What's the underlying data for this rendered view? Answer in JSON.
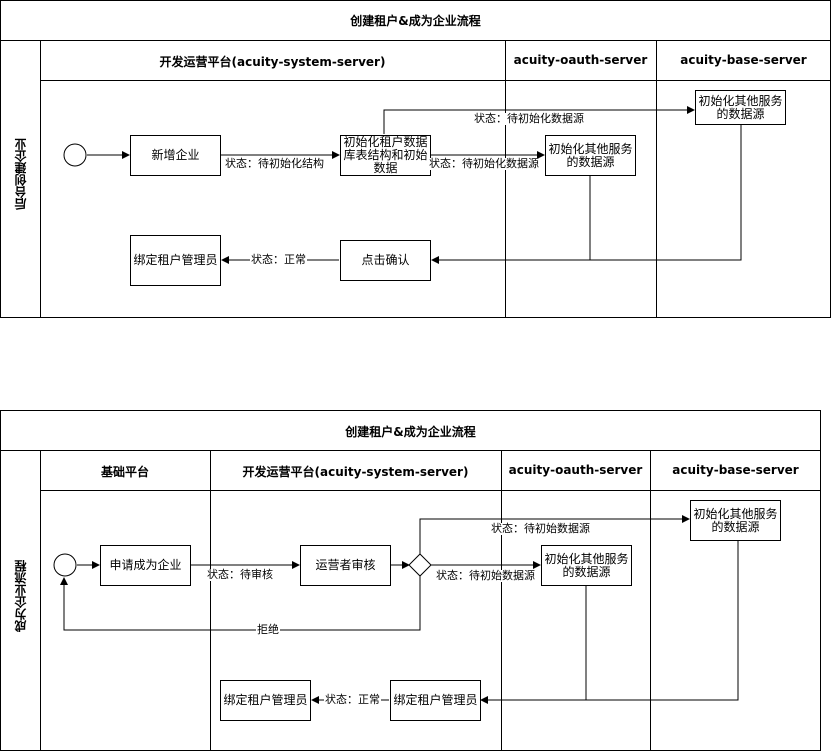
{
  "diagram1": {
    "title": "创建租户&成为企业流程",
    "pool_label": "后台创建企业",
    "lanes": [
      "开发运营平台(acuity-system-server)",
      "acuity-oauth-server",
      "acuity-base-server"
    ],
    "nodes": {
      "add_company": "新增企业",
      "init_tenant_db": "初始化租户数据库表结构和初始数据",
      "init_oauth_ds": "初始化其他服务的数据源",
      "init_base_ds": "初始化其他服务的数据源",
      "confirm": "点击确认",
      "bind_admin": "绑定租户管理员"
    },
    "edges": {
      "status_init_structure": "状态：待初始化结构",
      "status_init_ds_top": "状态：待初始化数据源",
      "status_init_ds_mid": "状态：待初始化数据源",
      "status_normal": "状态：正常"
    }
  },
  "diagram2": {
    "title": "创建租户&成为企业流程",
    "pool_label": "成为企业流程",
    "lanes": [
      "基础平台",
      "开发运营平台(acuity-system-server)",
      "acuity-oauth-server",
      "acuity-base-server"
    ],
    "nodes": {
      "apply": "申请成为企业",
      "review": "运营者审核",
      "init_oauth_ds": "初始化其他服务的数据源",
      "init_base_ds": "初始化其他服务的数据源",
      "bind_admin_action": "绑定租户管理员",
      "bind_admin": "绑定租户管理员"
    },
    "edges": {
      "status_pending_review": "状态：待审核",
      "status_init_ds_top": "状态：待初始数据源",
      "status_init_ds_mid": "状态：待初始数据源",
      "reject": "拒绝",
      "status_normal": "状态：正常"
    }
  }
}
